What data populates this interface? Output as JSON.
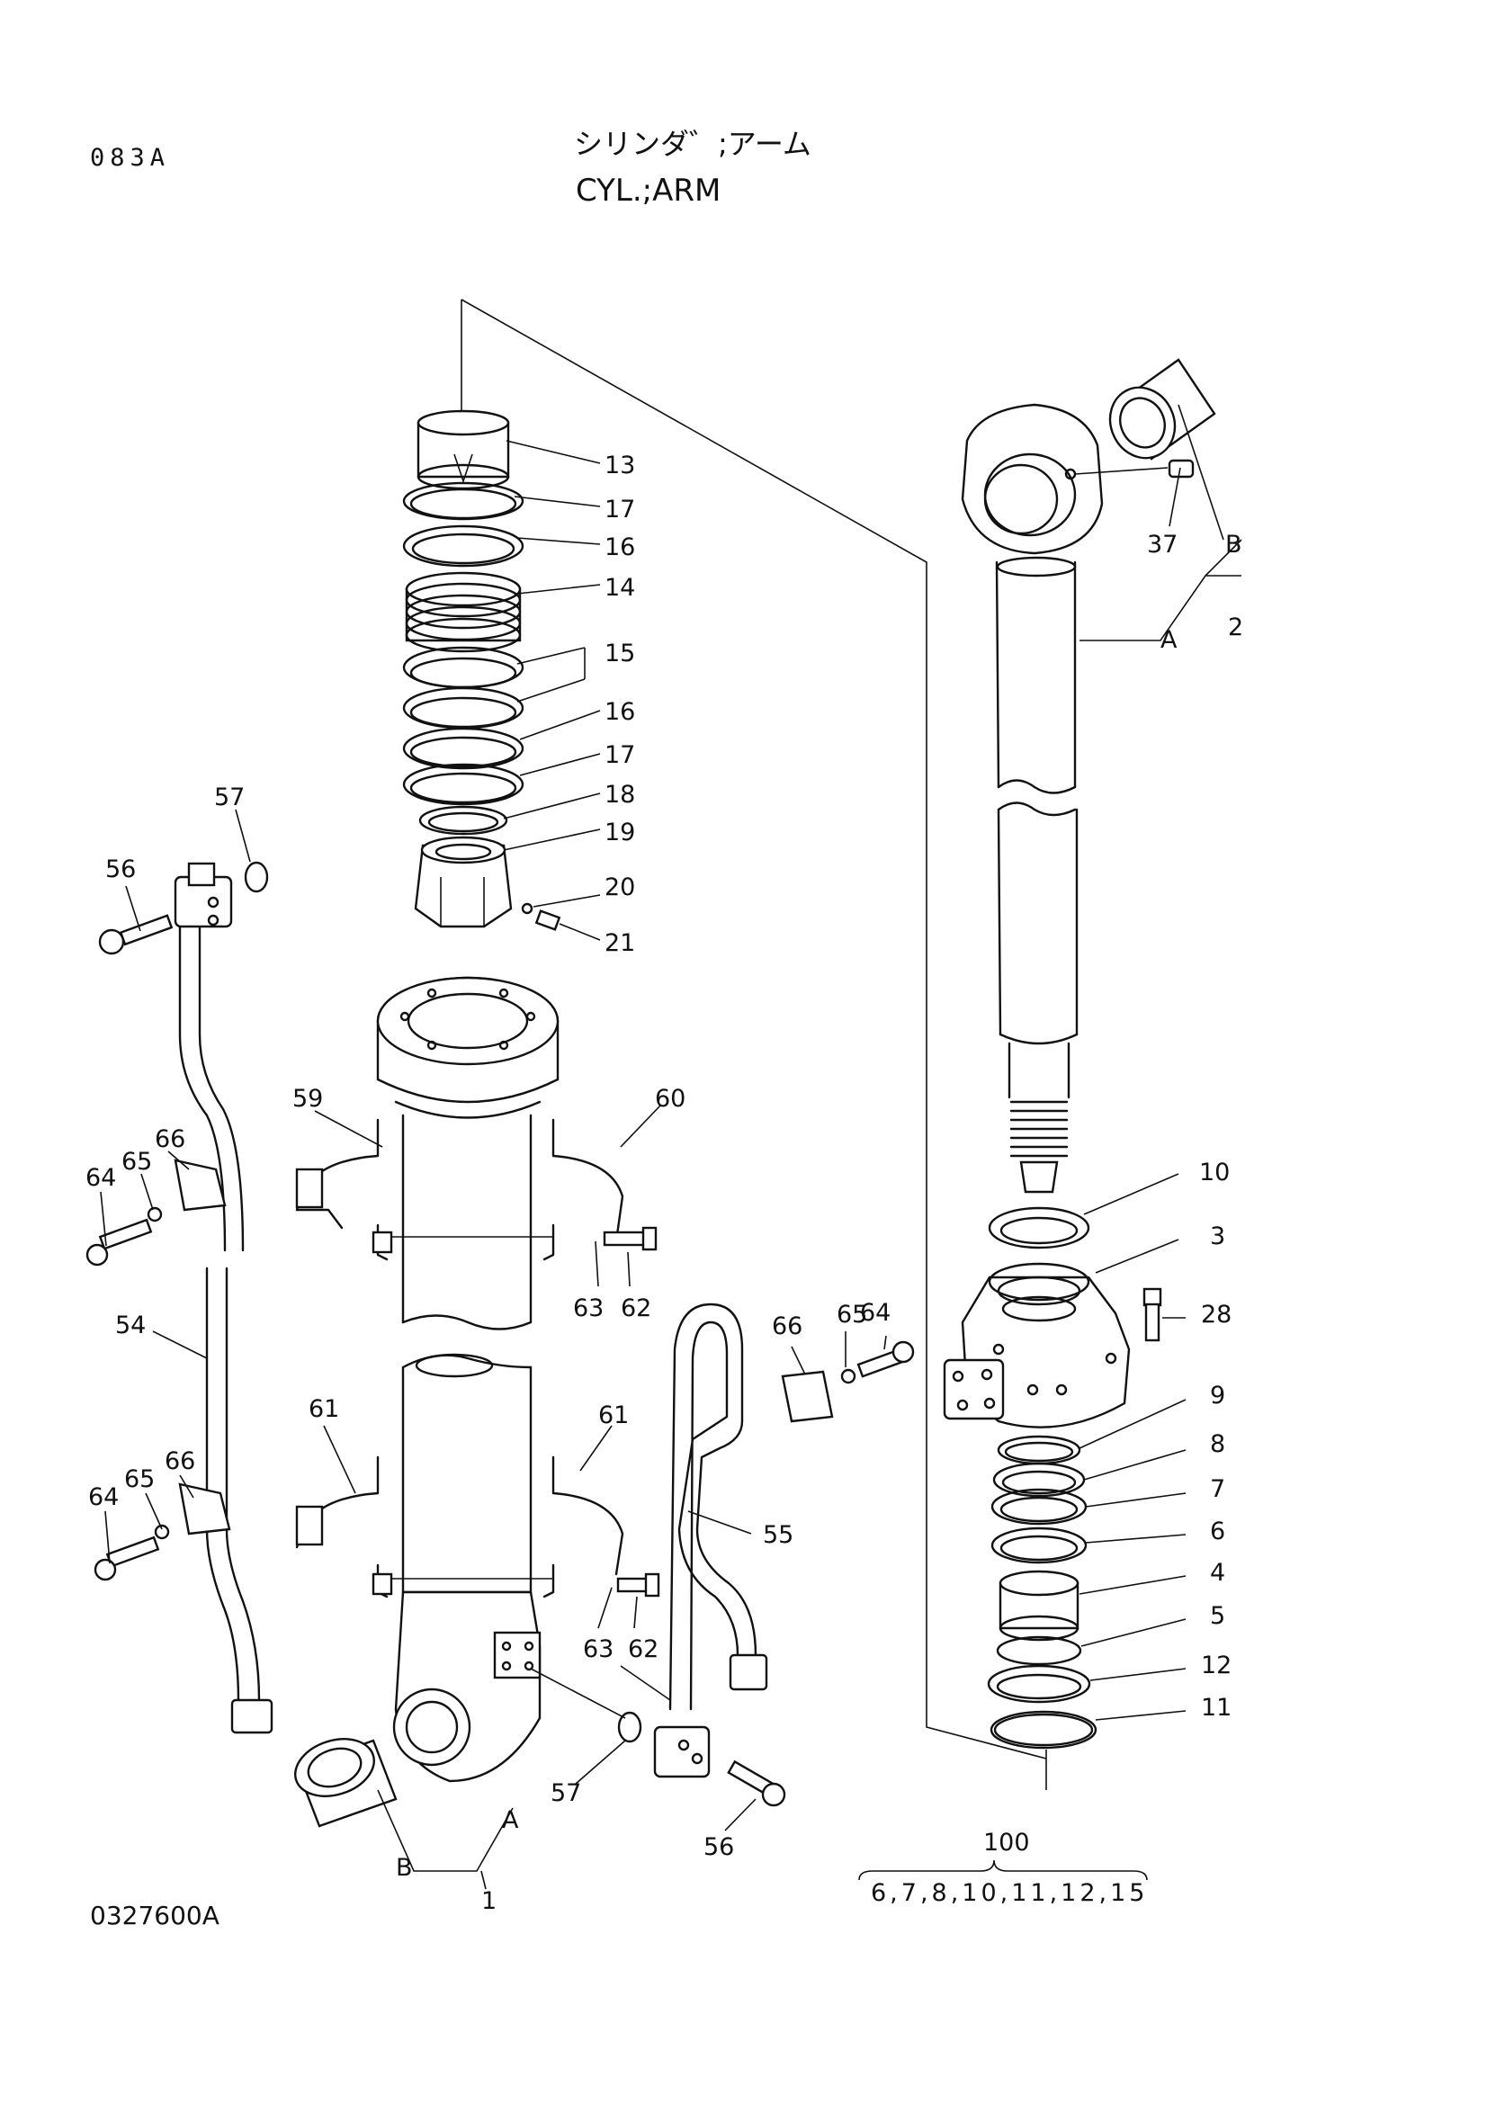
{
  "header": {
    "page_code": "083A",
    "title_jp": "シリンダ゛;アーム",
    "title_en": "CYL.;ARM"
  },
  "footer": {
    "drawing_number": "0327600A"
  },
  "callouts": {
    "c13": "13",
    "c17a": "17",
    "c16a": "16",
    "c14": "14",
    "c15": "15",
    "c16b": "16",
    "c17b": "17",
    "c18": "18",
    "c19": "19",
    "c20": "20",
    "c21": "21",
    "c37": "37",
    "cB_top": "B",
    "cA_top": "A",
    "c2": "2",
    "c57_top": "57",
    "c56_top": "56",
    "c59": "59",
    "c60": "60",
    "c66a": "66",
    "c65a": "65",
    "c64a": "64",
    "c63a": "63",
    "c62a": "62",
    "c54": "54",
    "c61a": "61",
    "c61b": "61",
    "c66b": "66",
    "c65b": "65",
    "c64b": "64",
    "c63b": "63",
    "c62b": "62",
    "c55": "55",
    "c57_bot": "57",
    "c56_bot": "56",
    "c64c": "64",
    "c65c": "65",
    "c66c": "66",
    "cA_bot": "A",
    "cB_bot": "B",
    "c1": "1",
    "c10": "10",
    "c3": "3",
    "c28": "28",
    "c9": "9",
    "c8": "8",
    "c7": "7",
    "c6": "6",
    "c4": "4",
    "c5": "5",
    "c12": "12",
    "c11": "11",
    "c100": "100",
    "kit_contents": "6,7,8,10,11,12,15"
  }
}
